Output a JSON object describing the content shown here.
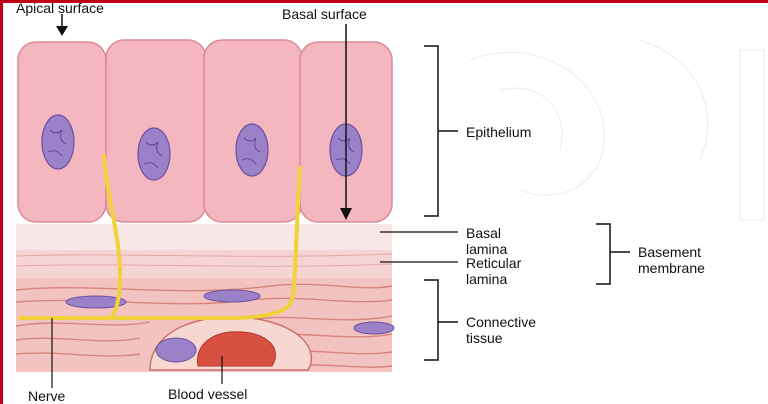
{
  "labels": {
    "apical_surface": "Apical surface",
    "basal_surface": "Basal surface",
    "epithelium": "Epithelium",
    "basal_lamina": [
      "Basal",
      "lamina"
    ],
    "reticular_lamina": [
      "Reticular",
      "lamina"
    ],
    "basement_membrane": [
      "Basement",
      "membrane"
    ],
    "connective_tissue": [
      "Connective",
      "tissue"
    ],
    "nerve": "Nerve",
    "blood_vessel": "Blood vessel"
  },
  "colors": {
    "cell_fill": "#f4b6bf",
    "cell_outline": "#d98b97",
    "nucleus": "#9b82c8",
    "nucleus_outline": "#6c4f9e",
    "lamina": "#f7dada",
    "connective": "#f3c2bf",
    "fiber": "#d7817a",
    "nerve": "#f3d43a",
    "vessel": "#d8503f",
    "frame": "#c0001a"
  }
}
